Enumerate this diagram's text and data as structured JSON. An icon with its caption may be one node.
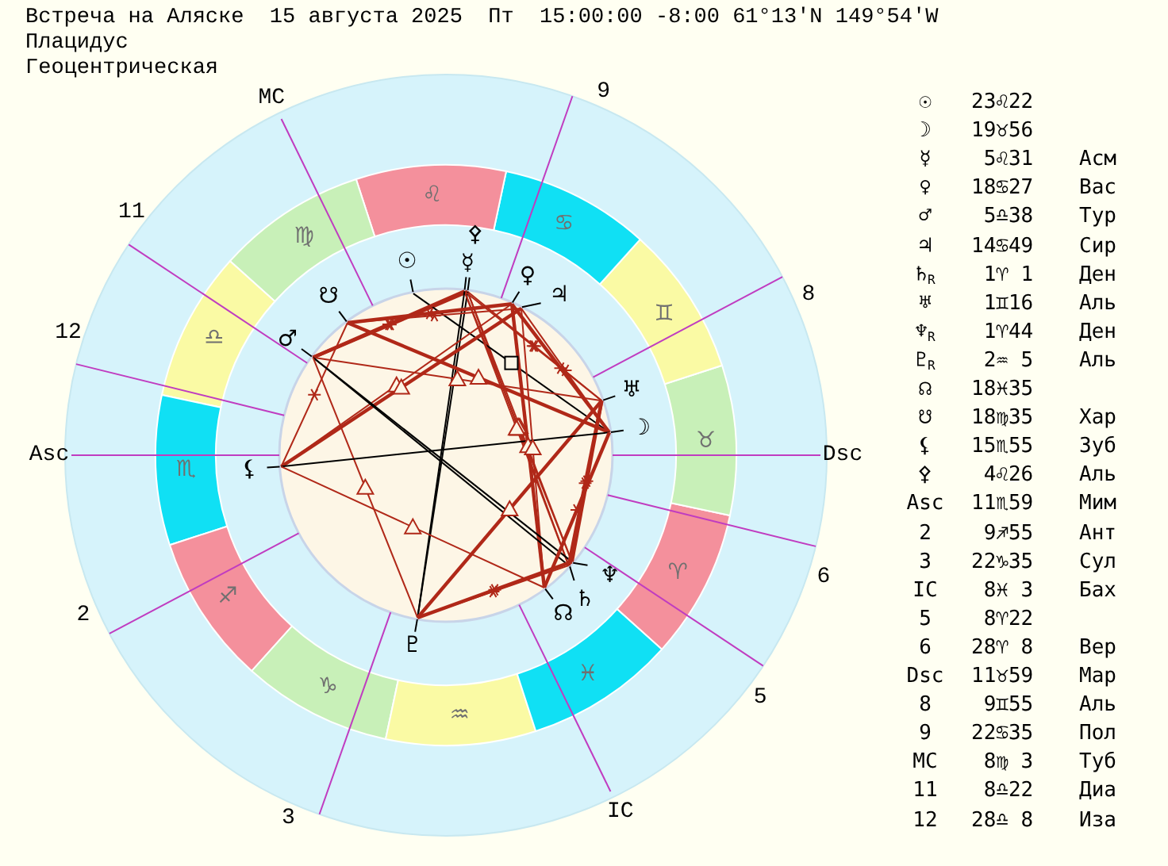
{
  "diagram": {
    "labels": [
      "Встреча на Аляске  15 августа 2025  Пт  15:00:00 -8:00 61°13'N 149°54'W",
      "Плацидус",
      "Геоцентрическая",
      "MC",
      "9",
      "8",
      "Dsc",
      "6",
      "5",
      "IC",
      "3",
      "2",
      "Asc",
      "12",
      "11",
      "♌",
      "♋",
      "♊",
      "♉",
      "♈",
      "♓",
      "♒",
      "♑",
      "♐",
      "♏",
      "♎",
      "♍",
      "⚴",
      "☉",
      "☿",
      "♀",
      "☋",
      "♃",
      "♂",
      "♅",
      "☽",
      "⚸",
      "♆",
      "♄",
      "☊",
      "♇",
      "☉",
      "23♌22",
      "☽",
      "19♉56",
      "☿",
      " 5♌31",
      "Асм",
      "♀",
      "18♋27",
      "Вас",
      "♂",
      " 5♎38",
      "Тур",
      "♃",
      "14♋49",
      "Сир",
      "♄$_{R}$",
      " 1♈ 1",
      "Ден",
      "♅",
      " 1♊16",
      "Аль",
      "♆$_{R}$",
      " 1♈44",
      "Ден",
      "♇$_{R}$",
      " 2♒ 5",
      "Аль",
      "☊",
      "18♓35",
      "☋",
      "18♍35",
      "Хар",
      "⚸",
      "15♏55",
      "Зуб",
      "⚴",
      " 4♌26",
      "Аль",
      "Asc",
      "11♏59",
      "Мим",
      "2",
      " 9♐55",
      "Ант",
      "3",
      "22♑35",
      "Сул",
      "IC",
      " 8♓ 3",
      "Бах",
      "5",
      " 8♈22",
      "6",
      "28♈ 8",
      "Вер",
      "Dsc",
      "11♉59",
      "Мар",
      "8",
      " 9♊55",
      "Аль",
      "9",
      "22♋35",
      "Пол",
      "MC",
      " 8♍ 3",
      "Туб",
      "11",
      " 8♎22",
      "Диа",
      "12",
      "28♎ 8",
      "Иза"
    ]
  }
}
